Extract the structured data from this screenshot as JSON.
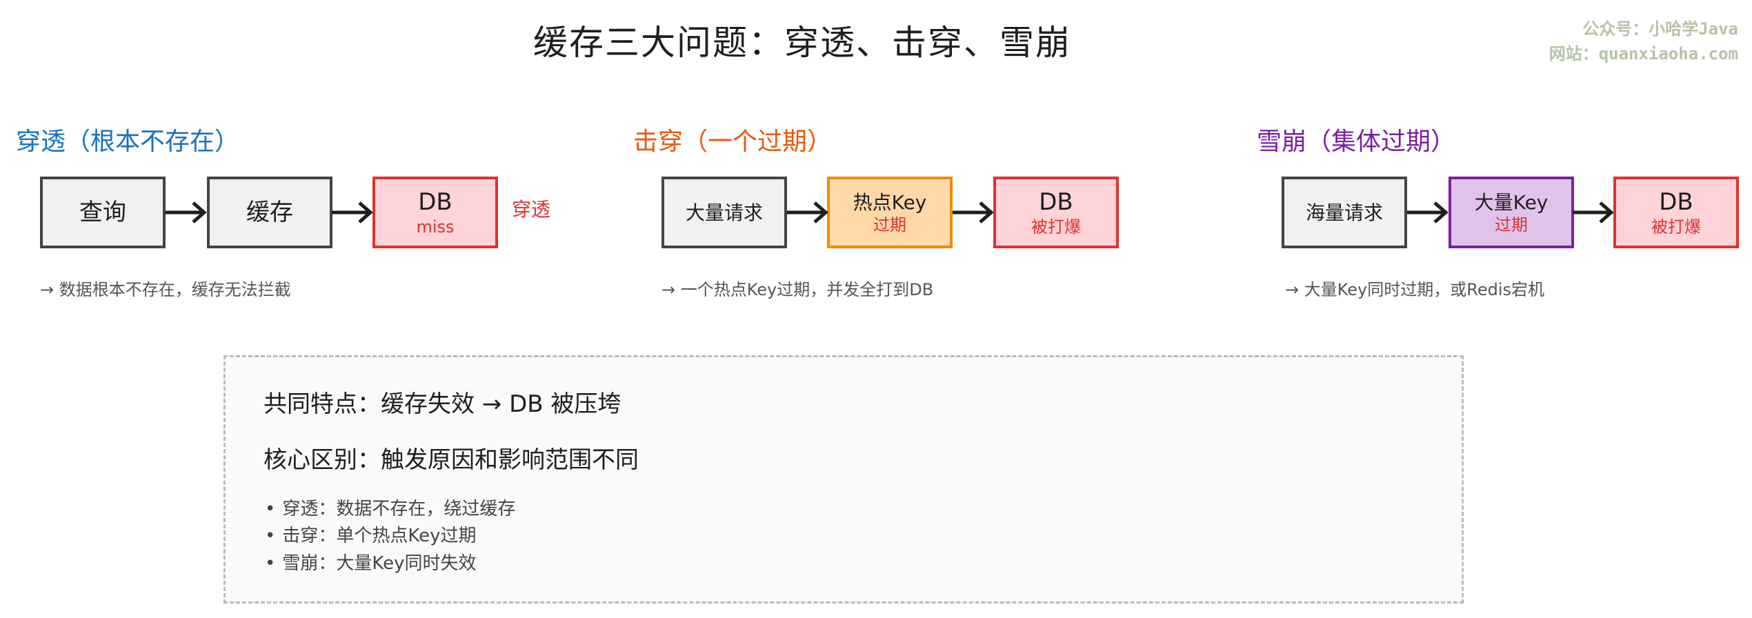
{
  "title": "缓存三大问题：穿透、击穿、雪崩",
  "watermark": {
    "line1": "公众号：小哈学Java",
    "line2": "网站：quanxiaoha.com"
  },
  "sections": [
    {
      "title": "穿透（根本不存在）",
      "color": "#1971c2",
      "boxes": [
        {
          "label": "查询"
        },
        {
          "label": "缓存"
        },
        {
          "label": "DB",
          "sub": "miss"
        }
      ],
      "side_label": "穿透",
      "note": "→ 数据根本不存在，缓存无法拦截"
    },
    {
      "title": "击穿（一个过期）",
      "color": "#e8590c",
      "boxes": [
        {
          "label": "大量请求"
        },
        {
          "label": "热点Key",
          "sub": "过期"
        },
        {
          "label": "DB",
          "sub": "被打爆"
        }
      ],
      "note": "→ 一个热点Key过期，并发全打到DB"
    },
    {
      "title": "雪崩（集体过期）",
      "color": "#7b1fa2",
      "boxes": [
        {
          "label": "海量请求"
        },
        {
          "label": "大量Key",
          "sub": "过期"
        },
        {
          "label": "DB",
          "sub": "被打爆"
        }
      ],
      "note": "→ 大量Key同时过期，或Redis宕机"
    }
  ],
  "summary": {
    "common": "共同特点：缓存失效 → DB 被压垮",
    "diff": "核心区别：触发原因和影响范围不同",
    "bullets": [
      "穿透：数据不存在，绕过缓存",
      "击穿：单个热点Key过期",
      "雪崩：大量Key同时失效"
    ]
  }
}
